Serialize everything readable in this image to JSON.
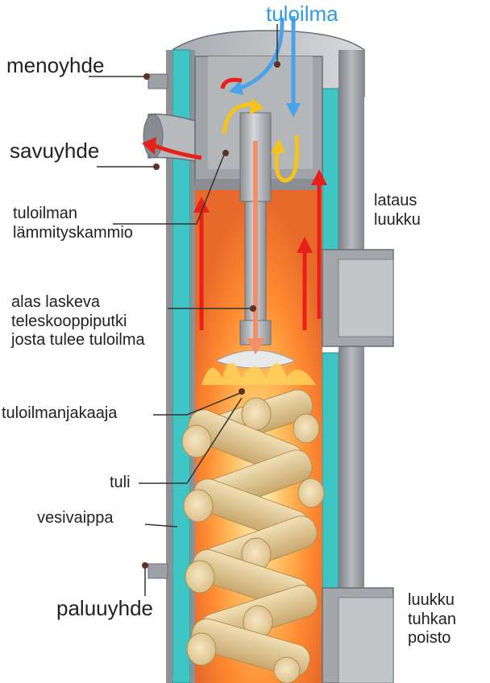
{
  "labels": {
    "tuloilma": "tuloilma",
    "menoyhde": "menoyhde",
    "savuyhde": "savuyhde",
    "tuloilman_1": "tuloilman",
    "tuloilman_2": "lämmityskammio",
    "lataus_1": "lataus",
    "lataus_2": "luukku",
    "alas_1": "alas laskeva",
    "alas_2": "teleskooppiputki",
    "alas_3": "josta tulee tuloilma",
    "jakaaja": "tuloilmanjakaaja",
    "tuli": "tuli",
    "vesivaippa": "vesivaippa",
    "paluuyhde": "paluuyhde",
    "tuhka_1": "luukku",
    "tuhka_2": "tuhkan",
    "tuhka_3": "poisto"
  },
  "colors": {
    "water_jacket": "#3fc6c4",
    "steel": "#9a9ea3",
    "steel_dark": "#6b6f74",
    "flue_gas_arrow": "#e8201a",
    "hot_air_arrow": "#f7c21a",
    "intake_air_arrow": "#4aa3ea",
    "descending_air_arrow": "#f0906a",
    "fire_glow": "#ff8a30",
    "wood": "#e8d3a0"
  }
}
